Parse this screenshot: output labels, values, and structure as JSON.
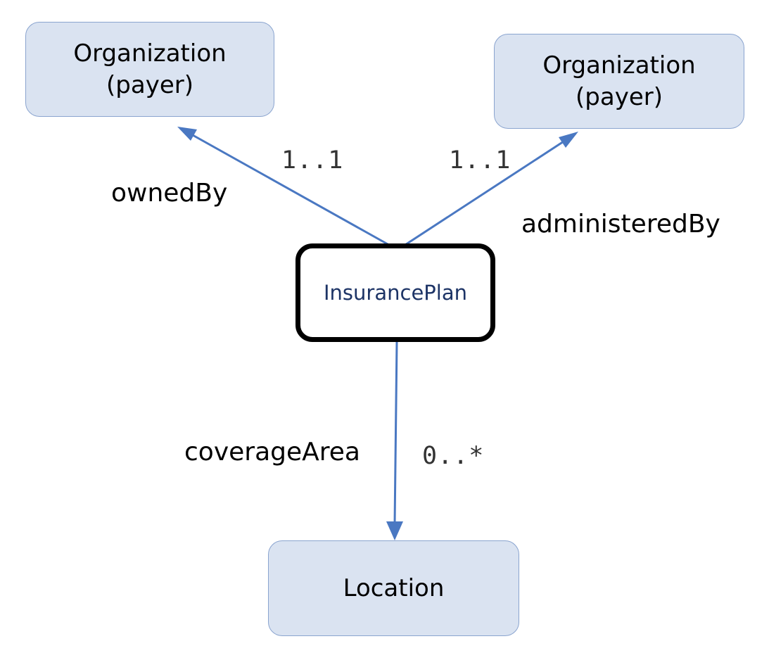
{
  "nodes": {
    "org_left": {
      "line1": "Organization",
      "line2": "(payer)"
    },
    "org_right": {
      "line1": "Organization",
      "line2": "(payer)"
    },
    "insurance_plan": {
      "label": "InsurancePlan"
    },
    "location": {
      "label": "Location"
    }
  },
  "edges": {
    "owned_by": {
      "label": "ownedBy",
      "multiplicity": "1..1"
    },
    "administered_by": {
      "label": "administeredBy",
      "multiplicity": "1..1"
    },
    "coverage_area": {
      "label": "coverageArea",
      "multiplicity": "0..*"
    }
  },
  "colors": {
    "edge": "#4a78c2",
    "node_fill": "#dae3f1",
    "node_border": "#8aa4cf",
    "center_border": "#000000",
    "center_text": "#1d3466"
  }
}
